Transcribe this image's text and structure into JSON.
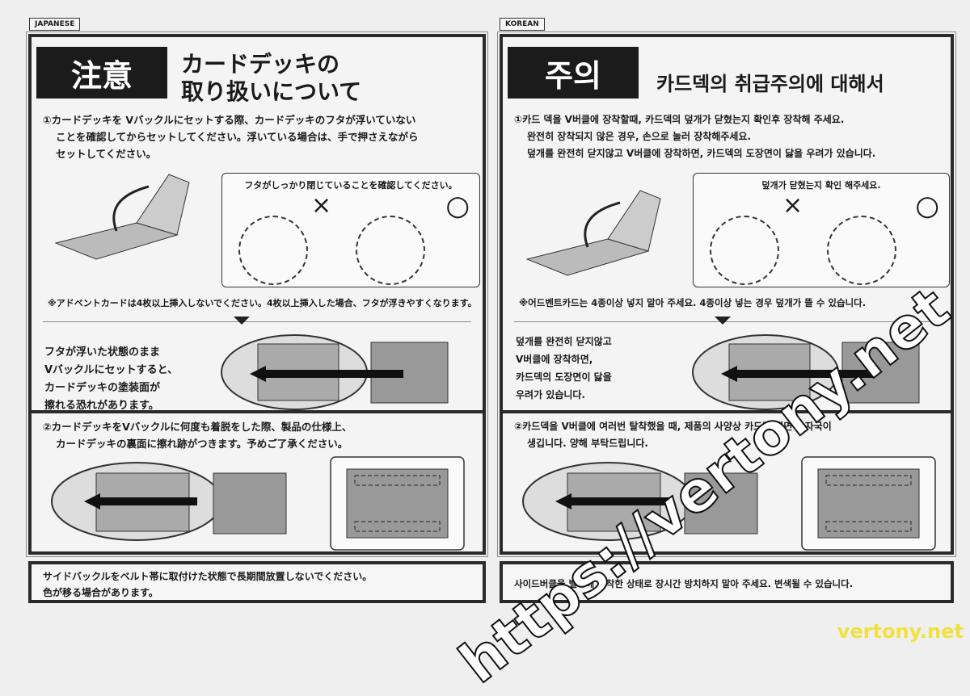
{
  "japanese": {
    "tab": "JAPANESE",
    "badge": "注意",
    "title_line1": "カードデッキの",
    "title_line2": "取り扱いについて",
    "item1": [
      "①カードデッキを Vバックルにセットする際、カードデッキのフタが浮いていない",
      "ことを確認してからセットしてください。浮いている場合は、手で押さえながら",
      "セットしてください。"
    ],
    "callout": "フタがしっかり閉じていることを確認してください。",
    "wrong_mark": "×",
    "right_mark": "○",
    "note": "※アドベントカードは4枚以上挿入しないでください。4枚以上挿入した場合、フタが浮きやすくなります。",
    "warning": [
      "フタが浮いた状態のまま",
      "Vバックルにセットすると、",
      "カードデッキの塗装面が",
      "擦れる恐れがあります。"
    ],
    "item2": [
      "②カードデッキをVバックルに何度も着脱をした際、製品の仕様上、",
      "カードデッキの裏面に擦れ跡がつきます。予めご了承ください。"
    ],
    "bottom": [
      "サイドバックルをベルト帯に取付けた状態で長期間放置しないでください。",
      "色が移る場合があります。"
    ]
  },
  "korean": {
    "tab": "KOREAN",
    "badge": "주의",
    "title": "카드덱의 취급주의에 대해서",
    "item1": [
      "①카드 덱을 V버클에 장착할때, 카드덱의 덮개가 닫혔는지  확인후 장착해 주세요.",
      "완전히 장착되지 않은 경우, 손으로 눌러 장착해주세요.",
      "덮개를 완전히 닫지않고  V버클에 장착하면, 카드덱의 도장면이 닳을 우려가 있습니다."
    ],
    "callout": "덮개가 닫혔는지 확인 해주세요.",
    "wrong_mark": "×",
    "right_mark": "○",
    "note": "※어드벤트카드는 4종이상 넣지 말아 주세요.  4종이상 넣는 경우 덮개가 뜰 수 있습니다.",
    "warning": [
      "덮개를 완전히 닫지않고",
      "V버클에 장착하면,",
      "카드덱의 도장면이 닳을",
      "우려가 있습니다."
    ],
    "item2": [
      "②카드덱을 V버클에 여러번 탈착했을 때, 제품의 사양상 카드덱 뒷면에 자국이",
      "생깁니다. 양해 부탁드립니다."
    ],
    "bottom": [
      "사이드버클을 밸트에 장착한 상태로 장시간 방치하지 말아 주세요. 변색될 수 있습니다."
    ]
  },
  "watermark": {
    "diagonal": "https://vertony.net",
    "corner": "vertony.net"
  }
}
